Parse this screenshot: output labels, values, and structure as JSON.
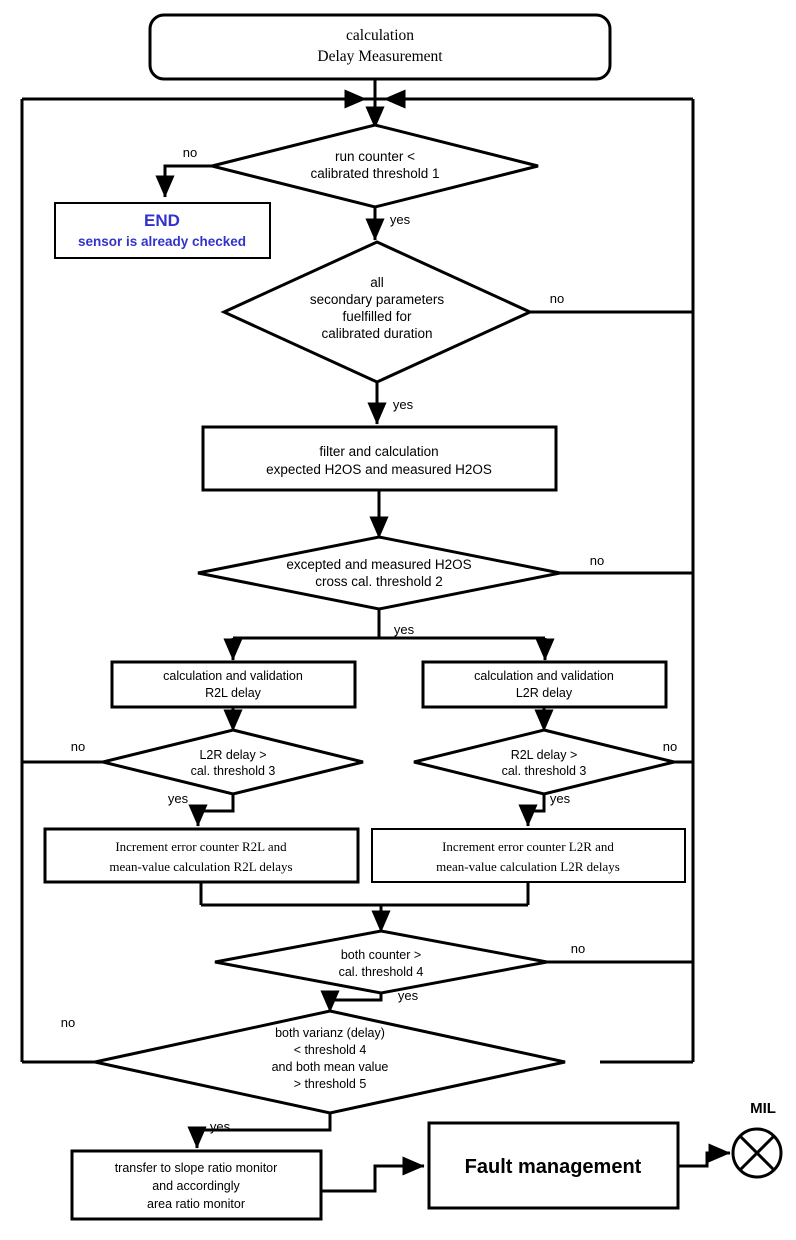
{
  "diagram": {
    "title": "calculation Delay Measurement flowchart",
    "accent_color": "#3333cc",
    "line_color": "#000000",
    "background": "#ffffff"
  },
  "nodes": {
    "start": {
      "type": "rounded-box",
      "lines": [
        "calculation",
        "Delay Measurement"
      ]
    },
    "decision_run_counter": {
      "type": "decision",
      "lines": [
        "run counter <",
        "calibrated threshold 1"
      ]
    },
    "end_box": {
      "type": "box",
      "lines": [
        "END",
        "sensor is already checked"
      ],
      "color": "#3333cc"
    },
    "decision_secondary_params": {
      "type": "decision",
      "lines": [
        "all",
        "secondary parameters",
        "fuelfilled for",
        "calibrated duration"
      ]
    },
    "process_filter": {
      "type": "box",
      "lines": [
        "filter and calculation",
        "expected H2OS and measured H2OS"
      ]
    },
    "decision_h2os_cross": {
      "type": "decision",
      "lines": [
        "excepted and measured H2OS",
        "cross cal. threshold 2"
      ]
    },
    "process_calc_r2l": {
      "type": "box",
      "lines": [
        "calculation and validation",
        "R2L delay"
      ]
    },
    "process_calc_l2r": {
      "type": "box",
      "lines": [
        "calculation and validation",
        "L2R delay"
      ]
    },
    "decision_l2r_threshold": {
      "type": "decision",
      "lines": [
        "L2R delay >",
        "cal. threshold 3"
      ]
    },
    "decision_r2l_threshold": {
      "type": "decision",
      "lines": [
        "R2L delay >",
        "cal. threshold 3"
      ]
    },
    "process_increment_r2l": {
      "type": "box",
      "lines": [
        "Increment error counter R2L and",
        "mean-value calculation R2L delays"
      ]
    },
    "process_increment_l2r": {
      "type": "box",
      "lines": [
        "Increment error counter L2R and",
        "mean-value calculation L2R delays"
      ]
    },
    "decision_both_counter": {
      "type": "decision",
      "lines": [
        "both counter >",
        "cal. threshold 4"
      ]
    },
    "decision_varianz": {
      "type": "decision",
      "lines": [
        "both varianz (delay)",
        "< threshold 4",
        "and both mean value",
        "> threshold 5"
      ]
    },
    "process_transfer": {
      "type": "box",
      "lines": [
        "transfer to slope ratio monitor",
        "and accordingly",
        "area ratio monitor"
      ]
    },
    "process_fault_management": {
      "type": "box",
      "lines": [
        "Fault management"
      ]
    },
    "mil_indicator": {
      "type": "circle-x",
      "label": "MIL"
    }
  },
  "edge_labels": {
    "run_counter_no": "no",
    "run_counter_yes": "yes",
    "secondary_no": "no",
    "secondary_yes": "yes",
    "h2os_no": "no",
    "h2os_yes": "yes",
    "l2r_no": "no",
    "l2r_yes": "yes",
    "r2l_no": "no",
    "r2l_yes": "yes",
    "both_counter_no": "no",
    "both_counter_yes": "yes",
    "varianz_no": "no",
    "varianz_yes": "yes"
  }
}
